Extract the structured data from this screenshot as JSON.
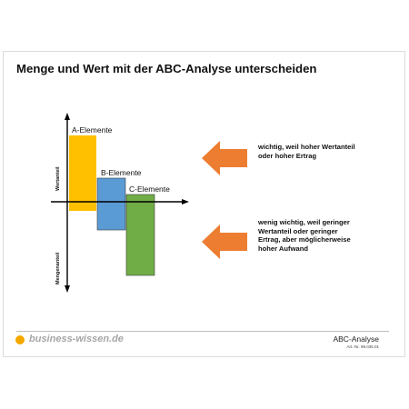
{
  "slide": {
    "title": "Menge und Wert mit der ABC-Analyse unterscheiden"
  },
  "diagram": {
    "y_axis_top_label": "Wertanteil",
    "y_axis_bottom_label": "Mengenanteil",
    "bars": [
      {
        "label": "A-Elemente",
        "color": "#ffc000"
      },
      {
        "label": "B-Elemente",
        "color": "#5b9bd5"
      },
      {
        "label": "C-Elemente",
        "color": "#70ad47"
      }
    ],
    "arrow_color": "#ed7d31",
    "callouts": [
      {
        "text": "wichtig, weil hoher Wertanteil oder hoher Ertrag"
      },
      {
        "text": "wenig wichtig, weil geringer Wertanteil oder geringer Ertrag, aber möglicherweise hoher Aufwand"
      }
    ]
  },
  "footer": {
    "logo_text": "business-wissen.de",
    "title": "ABC-Analyse",
    "article_number": "Art.-Nr. 99.035.01"
  }
}
